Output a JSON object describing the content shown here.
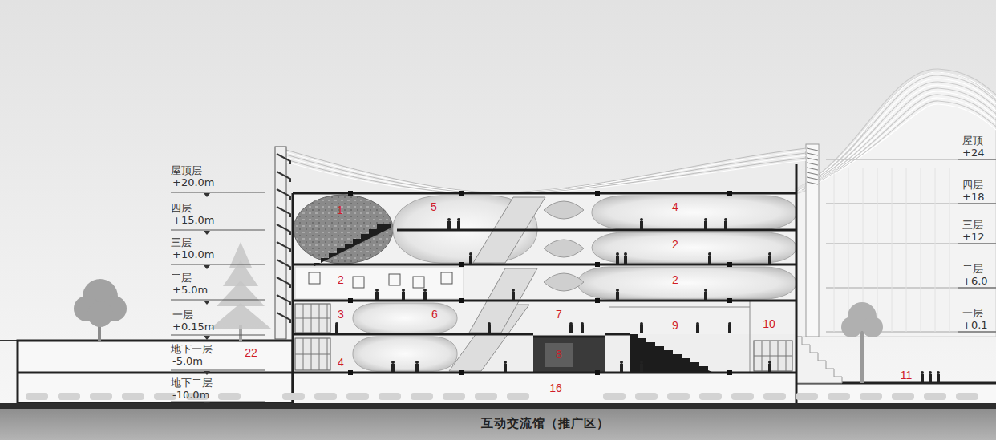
{
  "diagram": {
    "caption": "互动交流馆（推广区）",
    "labels": [
      "屋顶层",
      "+20.0m",
      "四层",
      "+15.0m",
      "三层",
      "+10.0m",
      "二层",
      "+5.0m",
      "一层",
      "+0.15m",
      "地下一层",
      "-5.0m",
      "地下二层",
      "-10.0m",
      "屋顶",
      "+24",
      "四层",
      "+18",
      "三层",
      "+12",
      "二层",
      "+6.0",
      "一层",
      "+0.1",
      "1",
      "5",
      "4",
      "2",
      "2",
      "2",
      "3",
      "6",
      "7",
      "9",
      "10",
      "4",
      "8",
      "16",
      "22",
      "11"
    ]
  }
}
